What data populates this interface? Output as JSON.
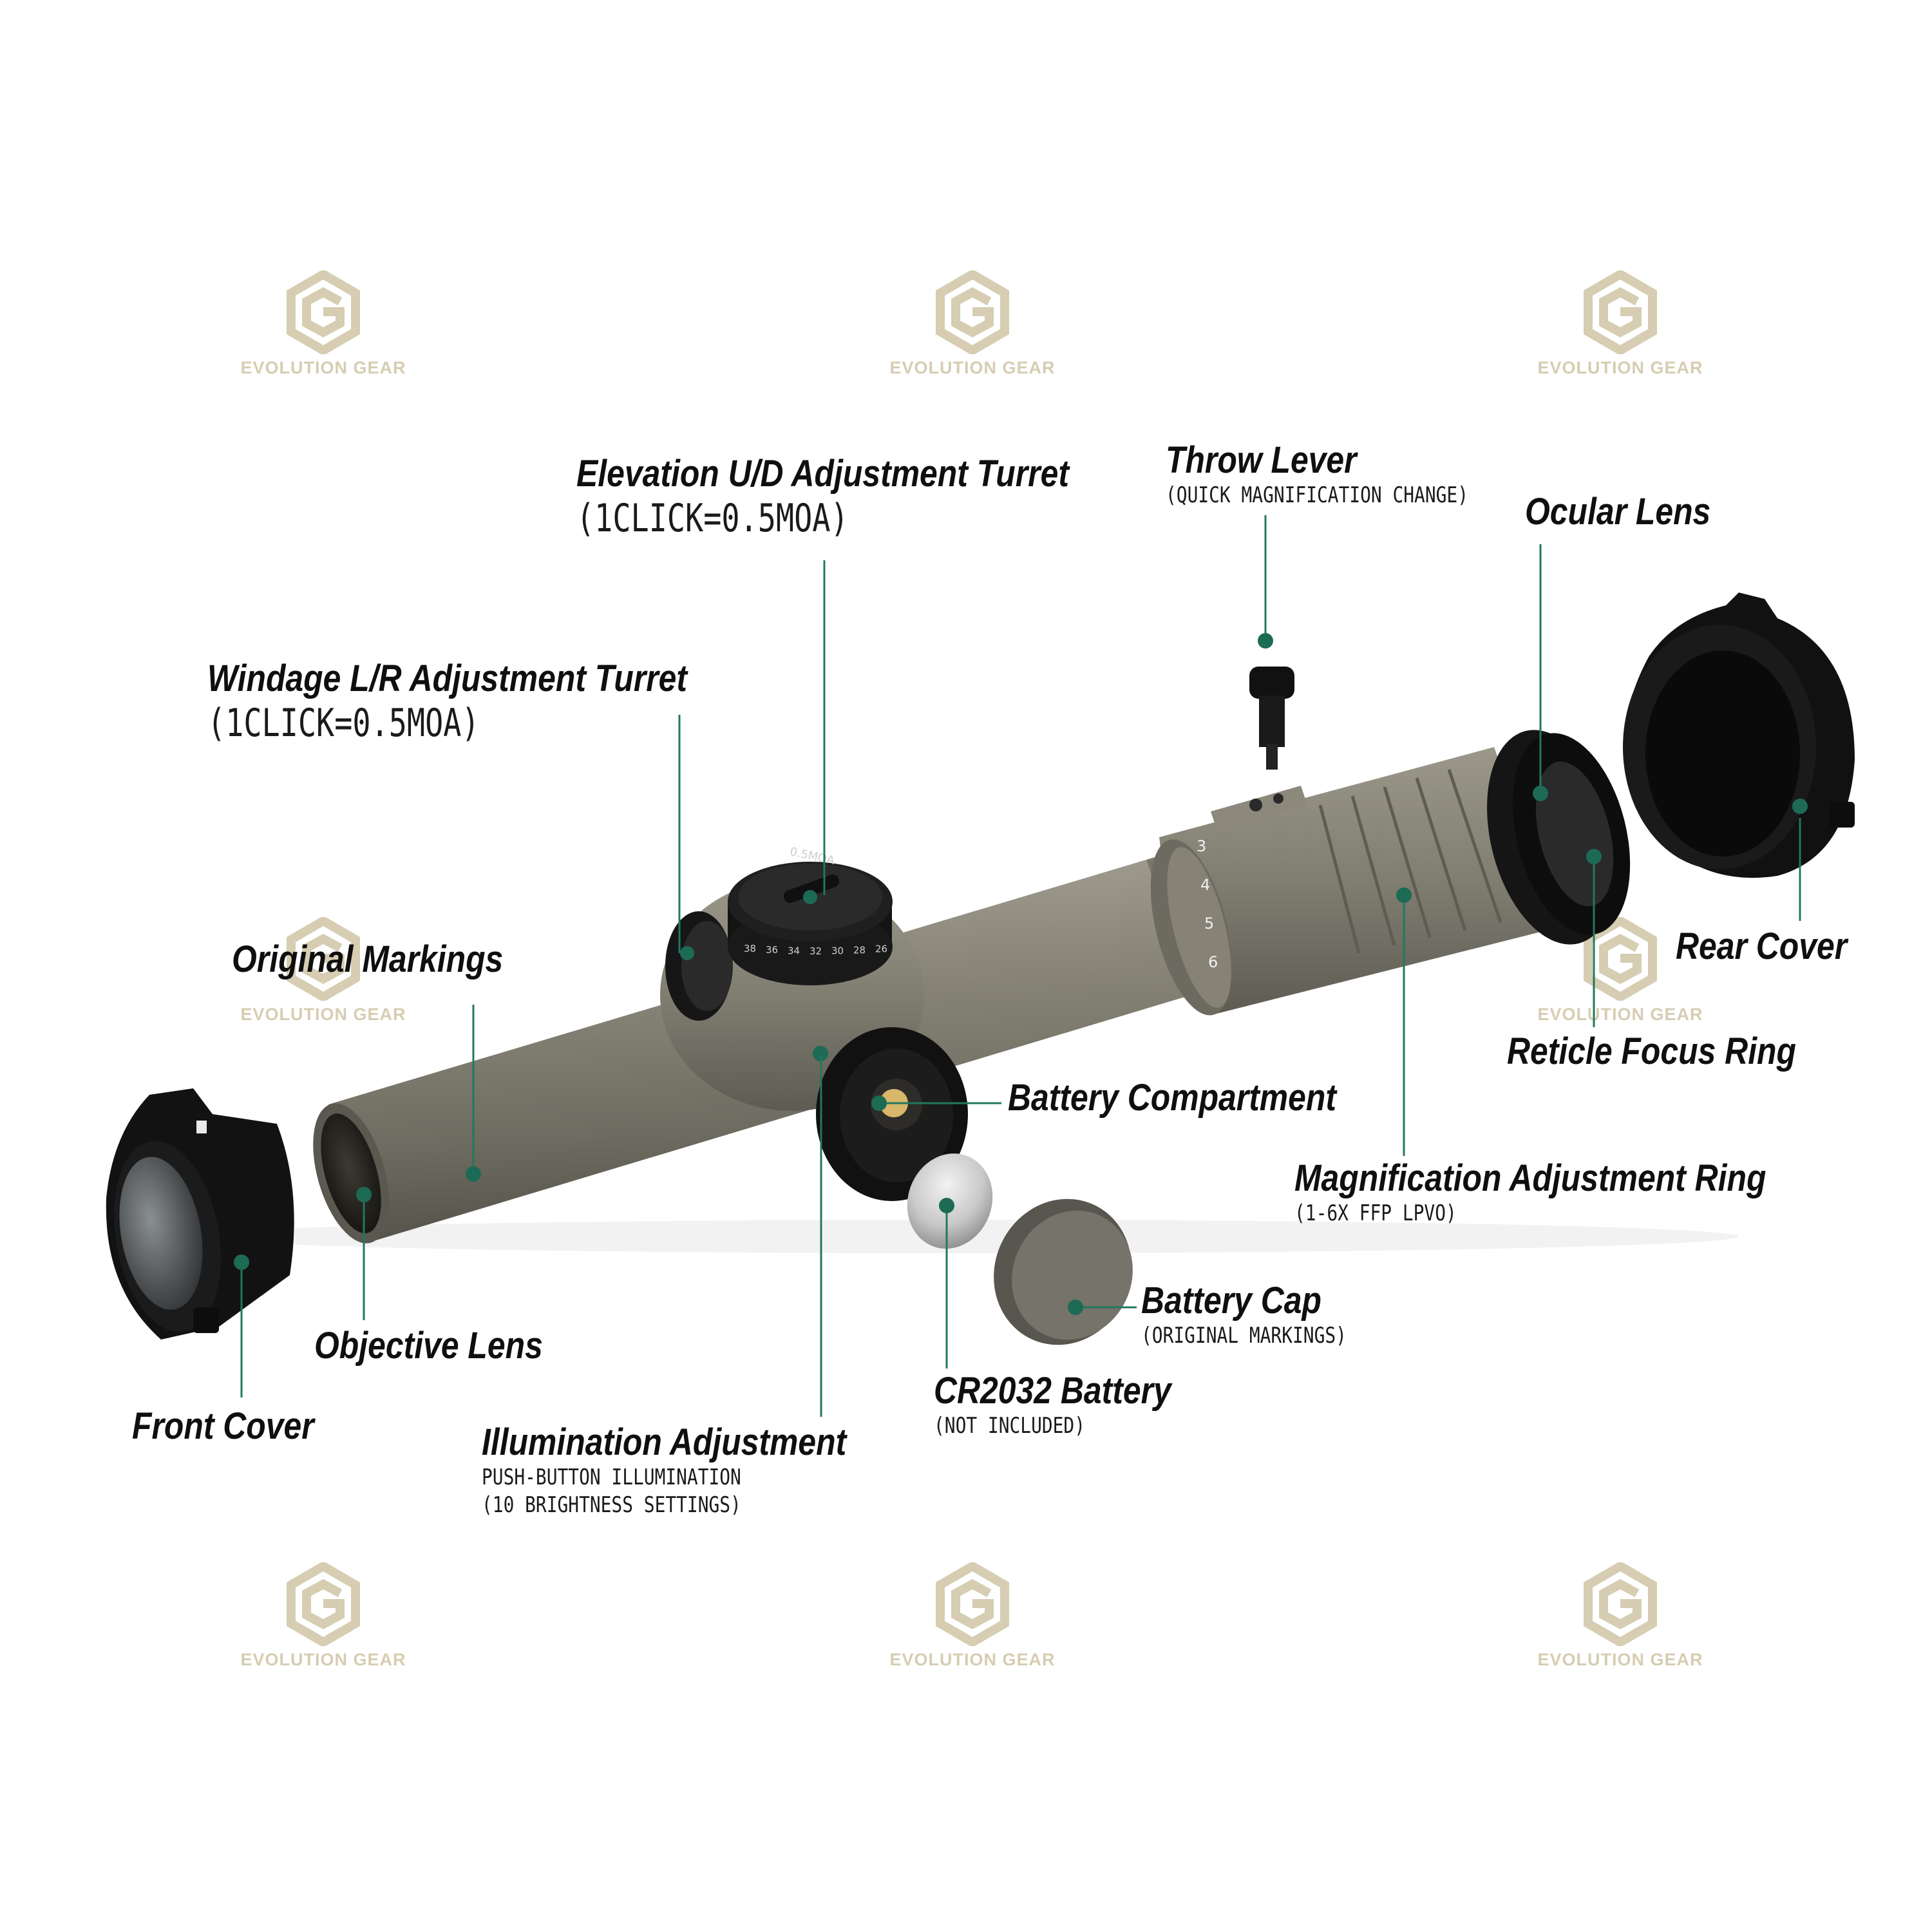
{
  "watermark": {
    "text": "EVOLUTION GEAR",
    "logo": "evolution-gear-logo",
    "color": "#d6cdb2"
  },
  "colors": {
    "leader": "#21785f",
    "dot": "#1d6a55",
    "scope_body": "#7b786c",
    "scope_dark": "#4e4b41",
    "rubber": "#111111"
  },
  "labels": {
    "elevation": {
      "title": "Elevation U/D Adjustment Turret",
      "sub": "(1CLICK=0.5MOA)"
    },
    "throw_lever": {
      "title": "Throw Lever",
      "sub": "(QUICK MAGNIFICATION CHANGE)"
    },
    "ocular_lens": {
      "title": "Ocular Lens"
    },
    "windage": {
      "title": "Windage L/R Adjustment Turret",
      "sub": "(1CLICK=0.5MOA)"
    },
    "original_markings": {
      "title": "Original Markings"
    },
    "rear_cover": {
      "title": "Rear Cover"
    },
    "reticle_focus": {
      "title": "Reticle Focus Ring"
    },
    "battery_compartment": {
      "title": "Battery Compartment"
    },
    "magnification": {
      "title": "Magnification Adjustment Ring",
      "sub": "(1-6X FFP LPVO)"
    },
    "battery_cap": {
      "title": "Battery Cap",
      "sub": "(ORIGINAL MARKINGS)"
    },
    "objective_lens": {
      "title": "Objective Lens"
    },
    "front_cover": {
      "title": "Front Cover"
    },
    "cr2032": {
      "title": "CR2032 Battery",
      "sub": "(NOT INCLUDED)"
    },
    "illumination": {
      "title": "Illumination Adjustment",
      "sub1": "PUSH-BUTTON ILLUMINATION",
      "sub2": "(10 BRIGHTNESS SETTINGS)"
    }
  },
  "scope_markings": {
    "turret_top": "0.5MOA",
    "turret_numbers": [
      "38",
      "36",
      "34",
      "32",
      "30",
      "28",
      "26"
    ],
    "mag_numbers": [
      "3",
      "4",
      "5",
      "6"
    ]
  }
}
